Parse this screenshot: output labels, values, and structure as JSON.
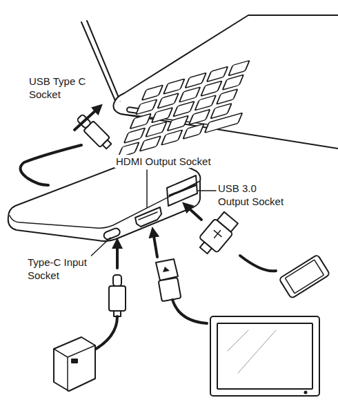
{
  "diagram": {
    "labels": [
      "USB Type C Socket",
      "HDMI Output Socket",
      "USB 3.0 Output Socket",
      "Type-C Input Socket"
    ]
  }
}
